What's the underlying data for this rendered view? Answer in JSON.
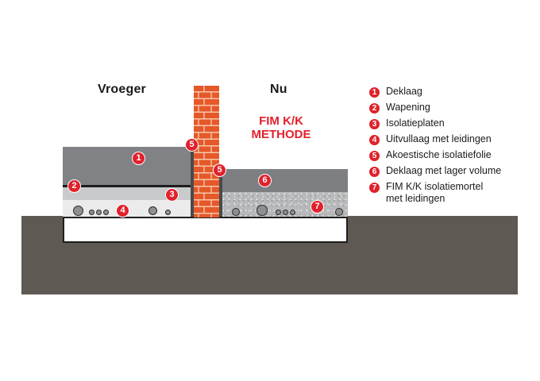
{
  "headings": {
    "left": "Vroeger",
    "right": "Nu",
    "method_line1": "FIM K/K",
    "method_line2": "METHODE"
  },
  "colors": {
    "accent_red": "#e0212b",
    "brick": "#e5582a",
    "ground": "#5f5953",
    "screed": "#808285"
  },
  "markers": {
    "left_deklaag": "1",
    "left_wapening": "2",
    "left_isolatieplaten": "3",
    "left_uitvullaag": "4",
    "wall_left_folie": "5",
    "wall_right_folie": "5",
    "right_deklaag": "6",
    "right_mortel": "7"
  },
  "legend": [
    {
      "number": "1",
      "label": "Deklaag"
    },
    {
      "number": "2",
      "label": "Wapening"
    },
    {
      "number": "3",
      "label": "Isolatieplaten"
    },
    {
      "number": "4",
      "label": "Uitvullaag met leidingen"
    },
    {
      "number": "5",
      "label": "Akoestische isolatiefolie"
    },
    {
      "number": "6",
      "label": "Deklaag met lager volume"
    },
    {
      "number": "7",
      "label": "FIM K/K isolatiemortel",
      "label_line2": "met leidingen"
    }
  ]
}
